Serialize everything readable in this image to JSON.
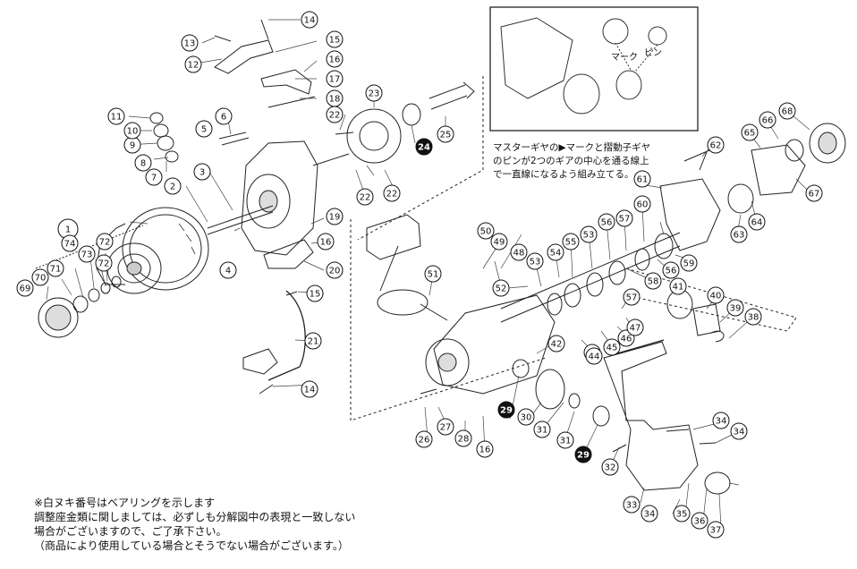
{
  "callouts": [
    {
      "label": "1",
      "type": "big-circle"
    },
    {
      "label": "2"
    },
    {
      "label": "3"
    },
    {
      "label": "4"
    },
    {
      "label": "5"
    },
    {
      "label": "6"
    },
    {
      "label": "7"
    },
    {
      "label": "8"
    },
    {
      "label": "9"
    },
    {
      "label": "10"
    },
    {
      "label": "11"
    },
    {
      "label": "12"
    },
    {
      "label": "13"
    },
    {
      "label": "14"
    },
    {
      "label": "14"
    },
    {
      "label": "15"
    },
    {
      "label": "15"
    },
    {
      "label": "16"
    },
    {
      "label": "16"
    },
    {
      "label": "16"
    },
    {
      "label": "17"
    },
    {
      "label": "18"
    },
    {
      "label": "19"
    },
    {
      "label": "20"
    },
    {
      "label": "21"
    },
    {
      "label": "22"
    },
    {
      "label": "22"
    },
    {
      "label": "22"
    },
    {
      "label": "23"
    },
    {
      "label": "24",
      "type": "bearing"
    },
    {
      "label": "25"
    },
    {
      "label": "26"
    },
    {
      "label": "27"
    },
    {
      "label": "28"
    },
    {
      "label": "29",
      "type": "bearing"
    },
    {
      "label": "29",
      "type": "bearing"
    },
    {
      "label": "30"
    },
    {
      "label": "31"
    },
    {
      "label": "31"
    },
    {
      "label": "32"
    },
    {
      "label": "33"
    },
    {
      "label": "34"
    },
    {
      "label": "34"
    },
    {
      "label": "34"
    },
    {
      "label": "35"
    },
    {
      "label": "36"
    },
    {
      "label": "37"
    },
    {
      "label": "38"
    },
    {
      "label": "39"
    },
    {
      "label": "40"
    },
    {
      "label": "41"
    },
    {
      "label": "42"
    },
    {
      "label": "43"
    },
    {
      "label": "44"
    },
    {
      "label": "45"
    },
    {
      "label": "46"
    },
    {
      "label": "47"
    },
    {
      "label": "48"
    },
    {
      "label": "49"
    },
    {
      "label": "50"
    },
    {
      "label": "51"
    },
    {
      "label": "52"
    },
    {
      "label": "53"
    },
    {
      "label": "53"
    },
    {
      "label": "54"
    },
    {
      "label": "55"
    },
    {
      "label": "56"
    },
    {
      "label": "56"
    },
    {
      "label": "57"
    },
    {
      "label": "57"
    },
    {
      "label": "58"
    },
    {
      "label": "59"
    },
    {
      "label": "60"
    },
    {
      "label": "61"
    },
    {
      "label": "62"
    },
    {
      "label": "63"
    },
    {
      "label": "64"
    },
    {
      "label": "65"
    },
    {
      "label": "66"
    },
    {
      "label": "67"
    },
    {
      "label": "68"
    },
    {
      "label": "69"
    },
    {
      "label": "70"
    },
    {
      "label": "71"
    },
    {
      "label": "72"
    },
    {
      "label": "72"
    },
    {
      "label": "73"
    },
    {
      "label": "74"
    }
  ],
  "inset": {
    "mark_label": "マーク",
    "pin_label": "ピン",
    "note_lines": [
      "マスターギヤの▶マークと摺動子ギヤ",
      "のピンが2つのギアの中心を通る線上",
      "で一直線になるよう組み立てる。"
    ]
  },
  "notes": [
    "※白ヌキ番号はベアリングを示します",
    "調整座金類に関しましては、必ずしも分解図中の表現と一致しない",
    "場合がございますので、ご了承下さい。",
    "（商品により使用している場合とそうでない場合がございます。）"
  ]
}
